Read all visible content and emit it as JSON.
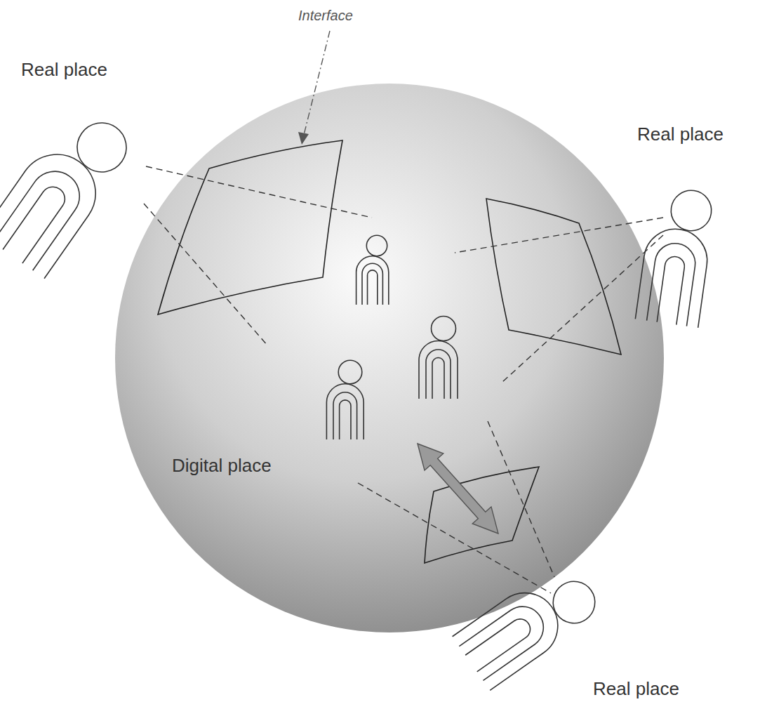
{
  "diagram": {
    "nodes": [
      {
        "text": [
          "Digital place"
        ]
      }
    ],
    "labels": [
      "Interface",
      "Real place",
      "Real place",
      "Real place"
    ]
  }
}
